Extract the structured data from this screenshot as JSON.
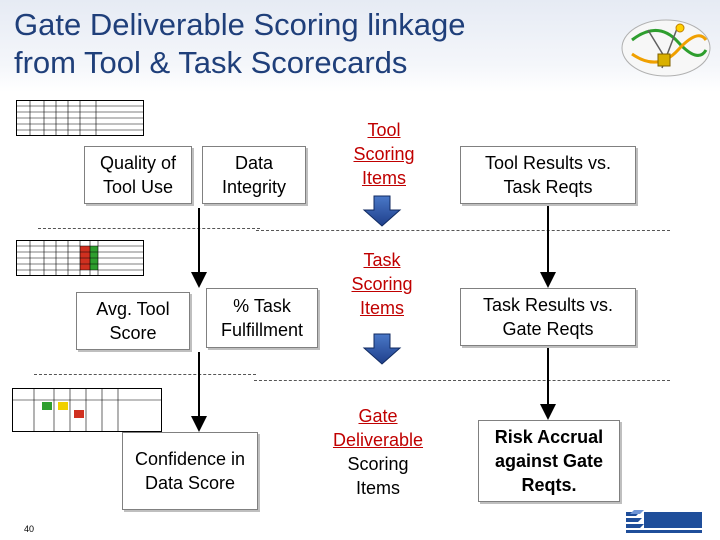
{
  "slide": {
    "title_line1": "Gate Deliverable Scoring linkage",
    "title_line2": "from Tool & Task Scorecards",
    "page_number": "40"
  },
  "row1": {
    "quality": "Quality of Tool Use",
    "integrity": "Data Integrity",
    "tool_scoring": "Tool Scoring Items",
    "tool_results": "Tool Results vs. Task Reqts"
  },
  "row2": {
    "avg_tool": "Avg. Tool Score",
    "task_fulfillment": "% Task Fulfillment",
    "task_scoring": "Task Scoring Items",
    "task_results": "Task Results vs. Gate Reqts"
  },
  "row3": {
    "confidence": "Confidence in Data Score",
    "gate_deliverable": "Gate Deliverable",
    "gate_scoring": "Scoring Items",
    "risk": "Risk Accrual against Gate Reqts."
  },
  "colors": {
    "title": "#1f3f7a",
    "accent_red": "#c00000",
    "arrow_blue": "#1f4e9a",
    "cell_green": "#2e9e2e",
    "cell_red": "#d03020",
    "cell_yellow": "#f0d000"
  },
  "icons": [
    "dna-logo-icon",
    "down-arrow-icon",
    "pdss-logo-icon"
  ]
}
